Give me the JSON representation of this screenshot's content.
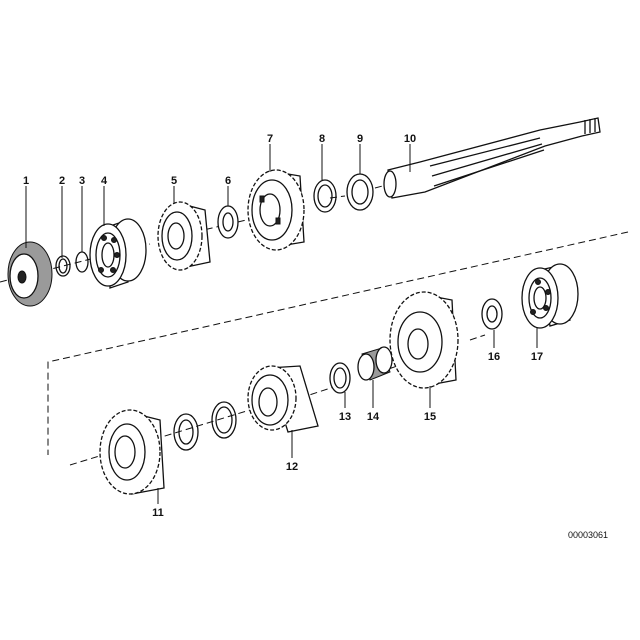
{
  "diagram": {
    "part_labels": [
      "1",
      "2",
      "3",
      "4",
      "5",
      "6",
      "7",
      "8",
      "9",
      "10",
      "11",
      "12",
      "13",
      "14",
      "15",
      "16",
      "17"
    ],
    "drawing_code": "00003061"
  }
}
